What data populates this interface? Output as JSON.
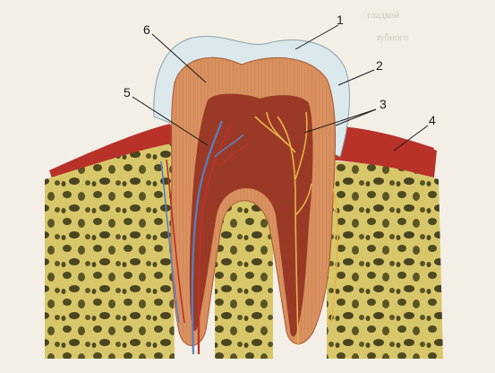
{
  "labels": [
    {
      "id": "1",
      "text": "1"
    },
    {
      "id": "2",
      "text": "2"
    },
    {
      "id": "3",
      "text": "3"
    },
    {
      "id": "4",
      "text": "4"
    },
    {
      "id": "5",
      "text": "5"
    },
    {
      "id": "6",
      "text": "6"
    }
  ],
  "colors": {
    "background": "#f3efe6",
    "enamel": "#dce9ec",
    "dentin": "#d9915f",
    "pulp": "#9a3a26",
    "gum": "#b8322a",
    "bone": "#d8c76a",
    "bone_pores": "#4f4a20",
    "nerve": "#e6b24a",
    "vessel": "#5a7fc0"
  }
}
